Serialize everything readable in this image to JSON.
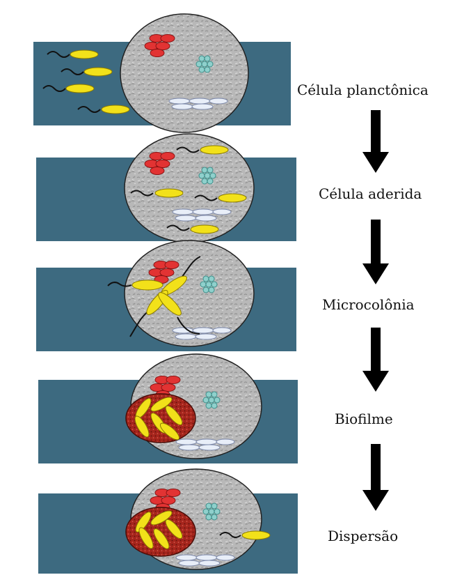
{
  "stages": [
    {
      "label": "Célula planctônica"
    },
    {
      "label": "Célula aderida"
    },
    {
      "label": "Microcolônia"
    },
    {
      "label": "Biofilme"
    },
    {
      "label": "Dispersão"
    }
  ],
  "colors": {
    "water": "#3d6a80",
    "surface": "#b4b4b4",
    "bacterium": "#f2e11a",
    "red_cluster": "#e23333",
    "teal_cluster": "#8fd0cc",
    "crystals": "#e8eef8",
    "biofilm_matrix": "#a5251c",
    "arrow": "#000000"
  }
}
